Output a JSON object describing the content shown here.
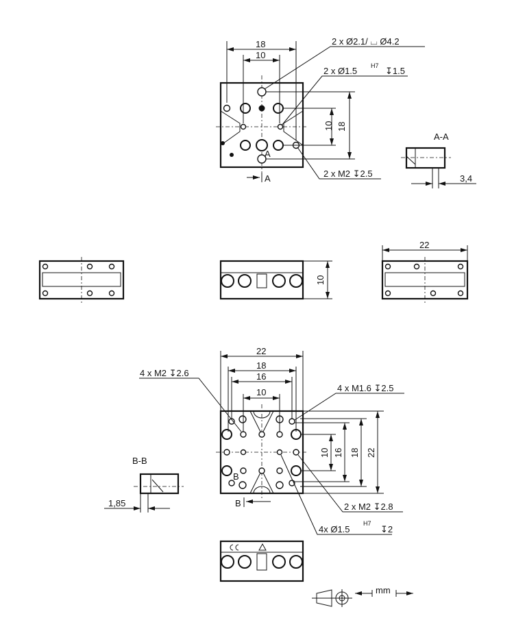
{
  "top_view": {
    "dims": {
      "width_outer": "18",
      "width_inner": "10",
      "height_inner": "10",
      "height_outer": "18"
    },
    "callouts": {
      "counterbore": "2 x Ø2.1/ ⌴ Ø4.2",
      "pin_hole": "2 x Ø1.5",
      "pin_hole_tol": "H7",
      "pin_hole_depth": "↧1.5",
      "thread": "2 x M2 ↧2.5"
    },
    "section_marker": "A"
  },
  "section_a": {
    "title": "A-A",
    "dim": "3,4"
  },
  "middle_views": {
    "front_height": "10",
    "side_width": "22"
  },
  "bottom_view": {
    "dims": {
      "w22": "22",
      "w18": "18",
      "w16": "16",
      "w10": "10",
      "h10": "10",
      "h16": "16",
      "h18": "18",
      "h22": "22"
    },
    "callouts": {
      "m2_26": "4 x M2 ↧2.6",
      "m16": "4 x M1.6 ↧2.5",
      "m2_28": "2 x M2 ↧2.8",
      "pin": "4x Ø1.5",
      "pin_tol": "H7",
      "pin_depth": "↧2"
    },
    "section_marker": "B"
  },
  "section_b": {
    "title": "B-B",
    "dim": "1,85"
  },
  "units": {
    "label": "mm"
  }
}
